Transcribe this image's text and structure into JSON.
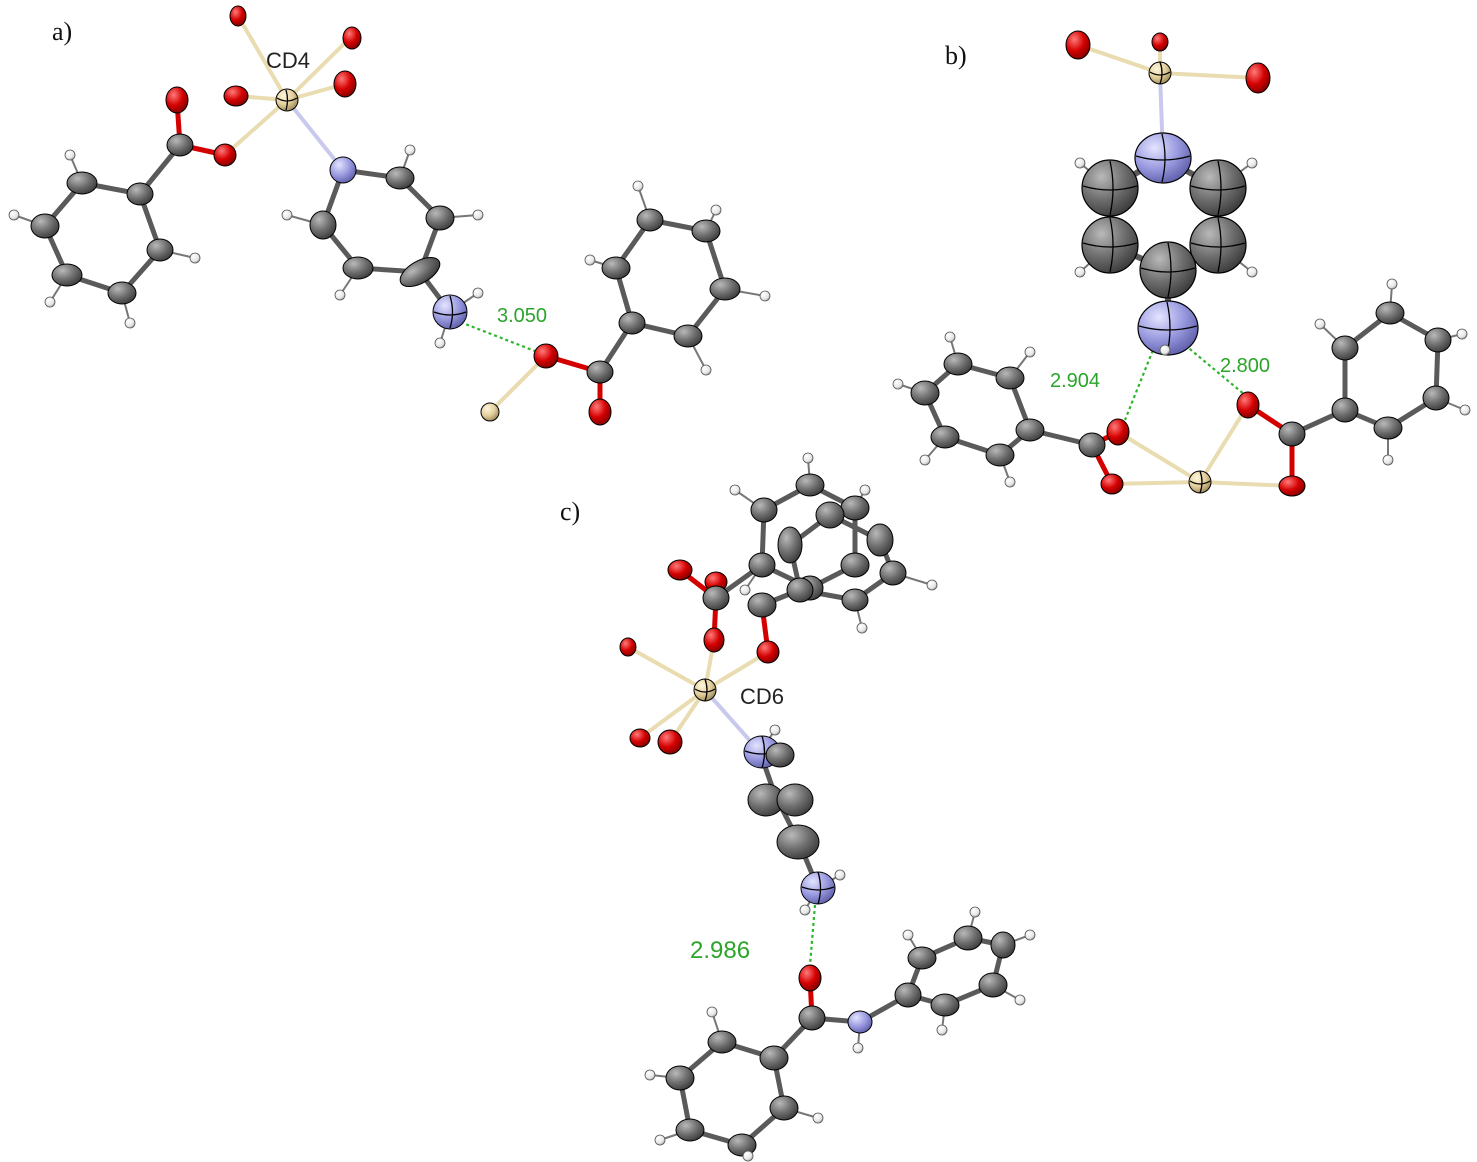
{
  "figure": {
    "panels": [
      {
        "id": "a",
        "label": "a)",
        "metal_label": "CD4",
        "hbond_distances": [
          "3.050"
        ]
      },
      {
        "id": "b",
        "label": "b)",
        "hbond_distances": [
          "2.904",
          "2.800"
        ]
      },
      {
        "id": "c",
        "label": "c)",
        "metal_label": "CD6",
        "hbond_distances": [
          "2.986"
        ]
      }
    ],
    "colors": {
      "carbon": "#6e6e6e",
      "oxygen": "#d40000",
      "nitrogen": "#8f8fd8",
      "hydrogen": "#ffffff",
      "metal": "#e6d3a3",
      "hbond": "#2db52d",
      "metal_bond": "#e9dcb0",
      "distance_text": "#2aa52a"
    }
  }
}
